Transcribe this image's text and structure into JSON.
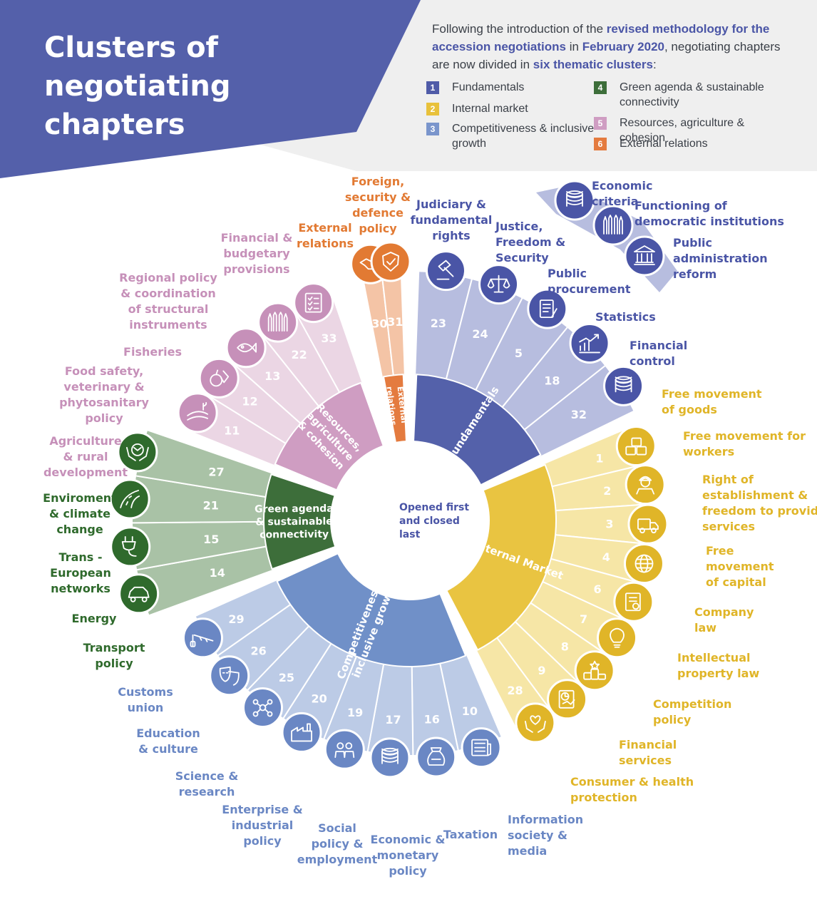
{
  "title": "Clusters of negotiating chapters",
  "intro": {
    "t1": "Following the introduction of the ",
    "h1": "revised methodology for the accession negotiations",
    "t2": " in ",
    "h2": "February 2020",
    "t3": ", negotiating chapters are now divided in ",
    "h3": "six thematic clusters",
    "t4": ":"
  },
  "legend": [
    {
      "num": "1",
      "label": "Fundamentals",
      "color": "#4f5ba8"
    },
    {
      "num": "2",
      "label": "Internal market",
      "color": "#e8c13b"
    },
    {
      "num": "3",
      "label": "Competitiveness & inclusive growth",
      "color": "#7a95cc"
    },
    {
      "num": "4",
      "label": "Green agenda & sustainable connectivity",
      "color": "#3d6e3a"
    },
    {
      "num": "5",
      "label": "Resources, agriculture & cohesion",
      "color": "#cf9dc2"
    },
    {
      "num": "6",
      "label": "External relations",
      "color": "#e47b3f"
    }
  ],
  "center_text": "Opened first and closed last",
  "criteria": [
    {
      "label": "Economic criteria",
      "icon": "coins-icon"
    },
    {
      "label": "Functioning of democratic institutions",
      "icon": "raised-hands-icon"
    },
    {
      "label": "Public administration reform",
      "icon": "institution-building-icon"
    }
  ],
  "clusters": [
    {
      "name": "External relations",
      "inner": "#e47b3f",
      "outer": "#f4c4a6",
      "label_color": "#e27a33",
      "icon_color": "#e27a33",
      "chapters": [
        {
          "num": "30",
          "label": "External relations",
          "icon": "handshake-icon"
        },
        {
          "num": "31",
          "label": "Foreign, security & defence policy",
          "icon": "shield-check-icon"
        }
      ]
    },
    {
      "name": "Fundamentals",
      "inner": "#5461aa",
      "outer": "#b7bddf",
      "label_color": "#4a55a6",
      "icon_color": "#4a55a6",
      "chapters": [
        {
          "num": "23",
          "label": "Judiciary & fundamental rights",
          "icon": "gavel-icon"
        },
        {
          "num": "24",
          "label": "Justice, Freedom & Security",
          "icon": "scales-icon"
        },
        {
          "num": "5",
          "label": "Public procurement",
          "icon": "contract-icon"
        },
        {
          "num": "18",
          "label": "Statistics",
          "icon": "growth-chart-icon"
        },
        {
          "num": "32",
          "label": "Financial control",
          "icon": "coins-icon"
        }
      ]
    },
    {
      "name": "Internal Market",
      "inner": "#e9c441",
      "outer": "#f6e6a6",
      "label_color": "#e0b528",
      "icon_color": "#e0b528",
      "chapters": [
        {
          "num": "1",
          "label": "Free movement of goods",
          "icon": "boxes-icon"
        },
        {
          "num": "2",
          "label": "Free movement for workers",
          "icon": "worker-icon"
        },
        {
          "num": "3",
          "label": "Right of establishment & freedom to provide services",
          "icon": "truck-icon"
        },
        {
          "num": "4",
          "label": "Free movement of capital",
          "icon": "globe-icon"
        },
        {
          "num": "6",
          "label": "Company law",
          "icon": "certificate-icon"
        },
        {
          "num": "7",
          "label": "Intellectual property law",
          "icon": "lightbulb-icon"
        },
        {
          "num": "8",
          "label": "Competition policy",
          "icon": "podium-icon"
        },
        {
          "num": "9",
          "label": "Financial services",
          "icon": "report-icon"
        },
        {
          "num": "28",
          "label": "Consumer & health protection",
          "icon": "heart-hands-icon"
        }
      ]
    },
    {
      "name": "Competitiveness & inclusive growth",
      "inner": "#7090c8",
      "outer": "#bccbe6",
      "label_color": "#6a87c4",
      "icon_color": "#6a87c4",
      "chapters": [
        {
          "num": "10",
          "label": "Information society & media",
          "icon": "newspaper-icon"
        },
        {
          "num": "16",
          "label": "Taxation",
          "icon": "tax-bag-icon"
        },
        {
          "num": "17",
          "label": "Economic & monetary policy",
          "icon": "coins-icon"
        },
        {
          "num": "19",
          "label": "Social policy & employment",
          "icon": "people-icon"
        },
        {
          "num": "20",
          "label": "Enterprise & industrial policy",
          "icon": "factory-icon"
        },
        {
          "num": "25",
          "label": "Science & research",
          "icon": "network-icon"
        },
        {
          "num": "26",
          "label": "Education & culture",
          "icon": "theatre-masks-icon"
        },
        {
          "num": "29",
          "label": "Customs union",
          "icon": "barrier-icon"
        }
      ]
    },
    {
      "name": "Green agenda & sustainable connectivity",
      "inner": "#3d6e3a",
      "outer": "#a9c2a6",
      "label_color": "#2f6a2c",
      "icon_color": "#2f6a2c",
      "chapters": [
        {
          "num": "14",
          "label": "Transport policy",
          "icon": "car-icon"
        },
        {
          "num": "15",
          "label": "Energy",
          "icon": "plug-icon"
        },
        {
          "num": "21",
          "label": "Trans - European networks",
          "icon": "road-icon"
        },
        {
          "num": "27",
          "label": "Enviroment & climate change",
          "icon": "earth-hands-icon"
        }
      ]
    },
    {
      "name": "Resources, agriculture & cohesion",
      "inner": "#cf9dc2",
      "outer": "#ebd6e4",
      "label_color": "#c690b9",
      "icon_color": "#c690b9",
      "chapters": [
        {
          "num": "11",
          "label": "Agriculture & rural development",
          "icon": "field-icon"
        },
        {
          "num": "12",
          "label": "Food safety, veterinary & phytosanitary policy",
          "icon": "food-icon"
        },
        {
          "num": "13",
          "label": "Fisheries",
          "icon": "fish-icon"
        },
        {
          "num": "22",
          "label": "Regional policy & coordination of structural instruments",
          "icon": "raised-hands-icon"
        },
        {
          "num": "33",
          "label": "Financial & budgetary provisions",
          "icon": "checklist-icon"
        }
      ]
    }
  ]
}
